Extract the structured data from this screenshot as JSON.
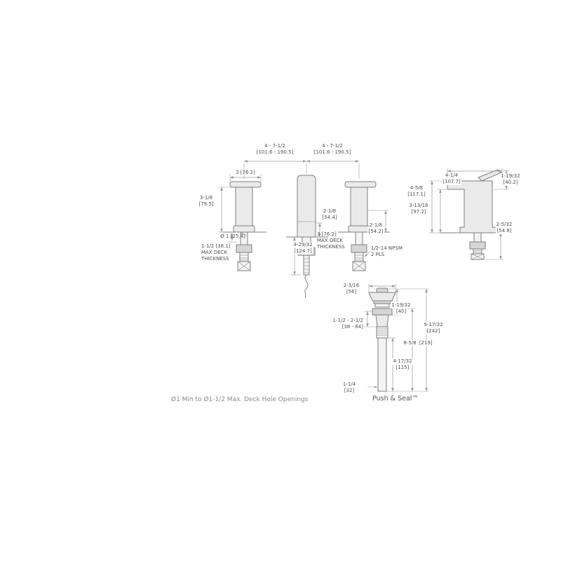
{
  "front_view": {
    "spread_left": [
      "4 - 7-1/2",
      "[101.6 - 190.5]"
    ],
    "spread_right": [
      "4 - 7-1/2",
      "[101.6 - 190.5]"
    ],
    "handle_width": "3 [76.2]",
    "handle_height": [
      "3-1/8",
      "[79.5]"
    ],
    "base_diameter": "Ø 1 [25.4]",
    "handle_deck_note": [
      "1-1/2 [38.1]",
      "MAX DECK",
      "THICKNESS"
    ],
    "shank_length": [
      "4-29/32",
      "[124.7]"
    ],
    "spout_deck_note": [
      "3 [76.2]",
      "MAX DECK",
      "THICKNESS"
    ],
    "spout_outlet_height": [
      "2-1/8",
      "[54.4]"
    ],
    "handle_base_height": [
      "2-1/8",
      "[54.2]"
    ],
    "thread_note": [
      "1/2-14 NPSM",
      "2 PLS"
    ]
  },
  "side_view": {
    "overall_height": [
      "4-5/8",
      "[117.1]"
    ],
    "spout_reach": [
      "4-1/4",
      "[107.7]"
    ],
    "handle_rise": [
      "1-19/32",
      "[40.2]"
    ],
    "outlet_height": [
      "3-13/16",
      "[97.2]"
    ],
    "below_deck": [
      "2-5/32",
      "[54.8]"
    ]
  },
  "drain": {
    "flange_diameter": [
      "2-3/16",
      "[56]"
    ],
    "top_height": [
      "1-19/32",
      "[40]"
    ],
    "deck_range": [
      "1-1/2 - 2-1/2",
      "[38 - 64]"
    ],
    "overall_length": [
      "9-17/32",
      "[242]"
    ],
    "body_length": [
      "8-5/8",
      "[219]"
    ],
    "tailpiece_length": [
      "4-17/32",
      "[115]"
    ],
    "tailpiece_diameter": [
      "1-1/4",
      "[32]"
    ],
    "product_label": "Push & Seal™"
  },
  "footnote": "Ø1 Min to Ø1-1/2 Max. Deck Hole Openings",
  "colors": {
    "line": "#9b9b9b",
    "outline": "#7f7f7f",
    "text": "#4f4f4f",
    "fill": "#eaeaea"
  }
}
